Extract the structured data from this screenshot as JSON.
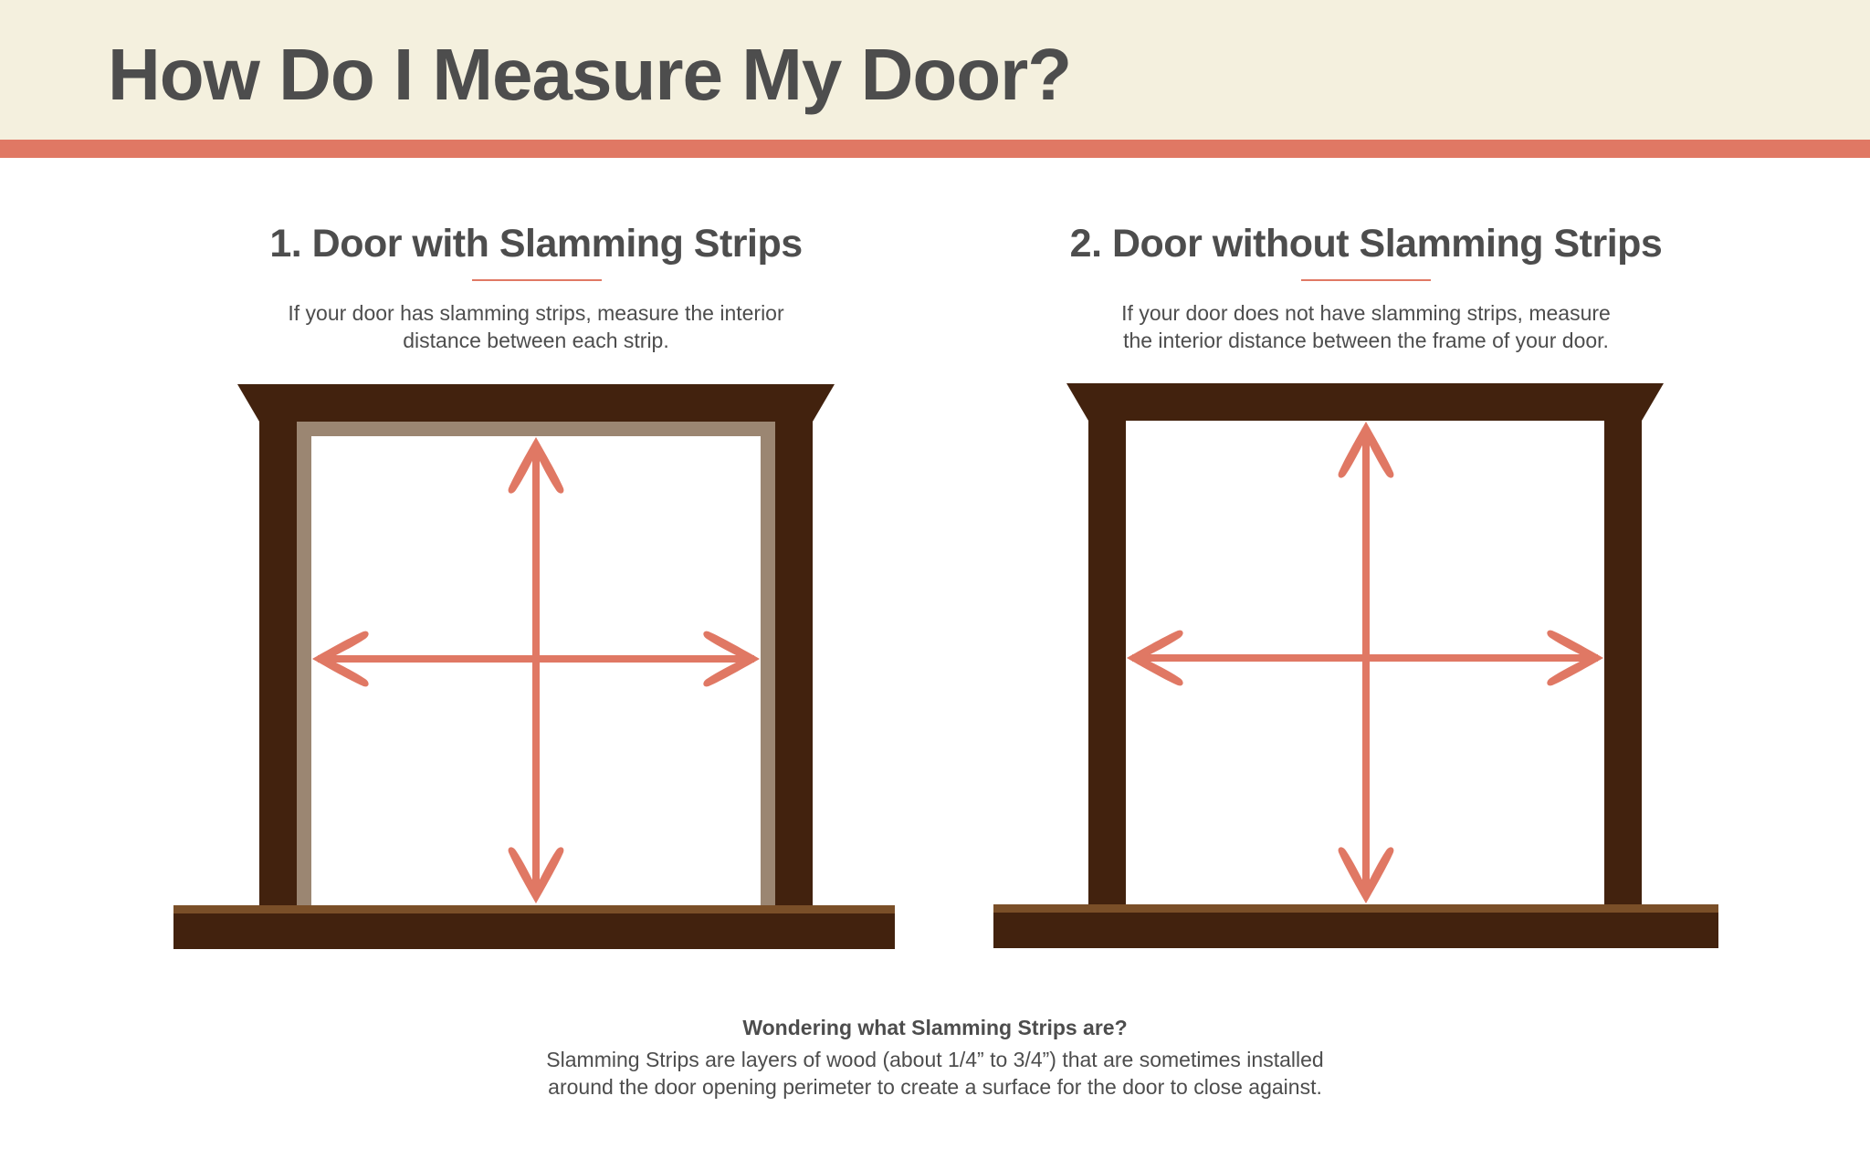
{
  "header": {
    "title": "How Do I Measure My Door?"
  },
  "sections": [
    {
      "title": "1. Door with Slamming Strips",
      "description_line1": "If your door has slamming strips, measure the interior",
      "description_line2": "distance between each strip.",
      "has_slamming_strips": true
    },
    {
      "title": "2. Door without Slamming Strips",
      "description_line1": "If your door does not have slamming strips, measure",
      "description_line2": "the interior distance between the frame of your door.",
      "has_slamming_strips": false
    }
  ],
  "footer": {
    "question": "Wondering what Slamming Strips are?",
    "answer_line1": "Slamming Strips are layers of wood (about 1/4” to 3/4”) that are sometimes installed",
    "answer_line2": "around the door opening perimeter to create a surface for the door to close against."
  },
  "colors": {
    "header_bg": "#f4f0de",
    "accent": "#e07864",
    "frame_dark": "#42220e",
    "sill_light": "#7a4f28",
    "slamming_strip": "#9b8672",
    "arrow": "#e07864",
    "text": "#4d4d4d"
  }
}
